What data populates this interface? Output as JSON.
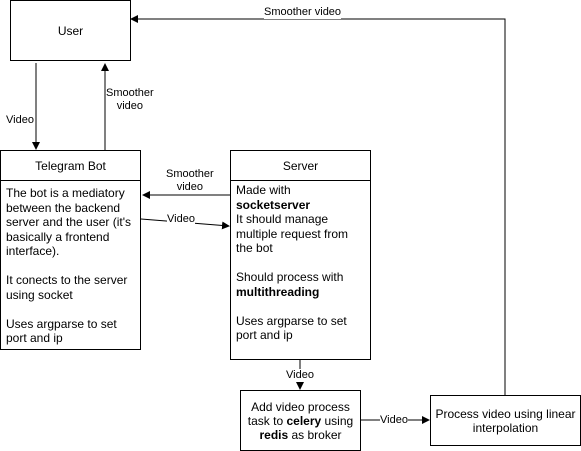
{
  "nodes": {
    "user": {
      "label": "User"
    },
    "telegram": {
      "title": "Telegram Bot",
      "p1": "The bot is a mediatory between the backend server and the user (it's basically a frontend interface).",
      "p2": "It conects to the server using socket",
      "p3": "Uses argparse to set port and ip"
    },
    "server": {
      "title": "Server",
      "made_with_pre": "Made with",
      "made_with_bold": "socketserver",
      "manage": "It should manage multiple request from the bot",
      "process_pre": "Should process with",
      "process_bold": "multithreading",
      "argparse": "Uses argparse to set port and ip"
    },
    "celery": {
      "t1": "Add video process task to ",
      "b1": "celery",
      "t2": " using ",
      "b2": "redis",
      "t3": " as broker"
    },
    "interp": {
      "label": "Process video using linear interpolation"
    }
  },
  "edges": {
    "user_to_bot": "Video",
    "bot_to_user_l1": "Smoother",
    "bot_to_user_l2": "video",
    "server_to_bot_l1": "Smoother",
    "server_to_bot_l2": "video",
    "bot_to_server": "Video",
    "server_to_celery": "Video",
    "celery_to_interp": "Video",
    "interp_to_user": "Smoother video"
  }
}
